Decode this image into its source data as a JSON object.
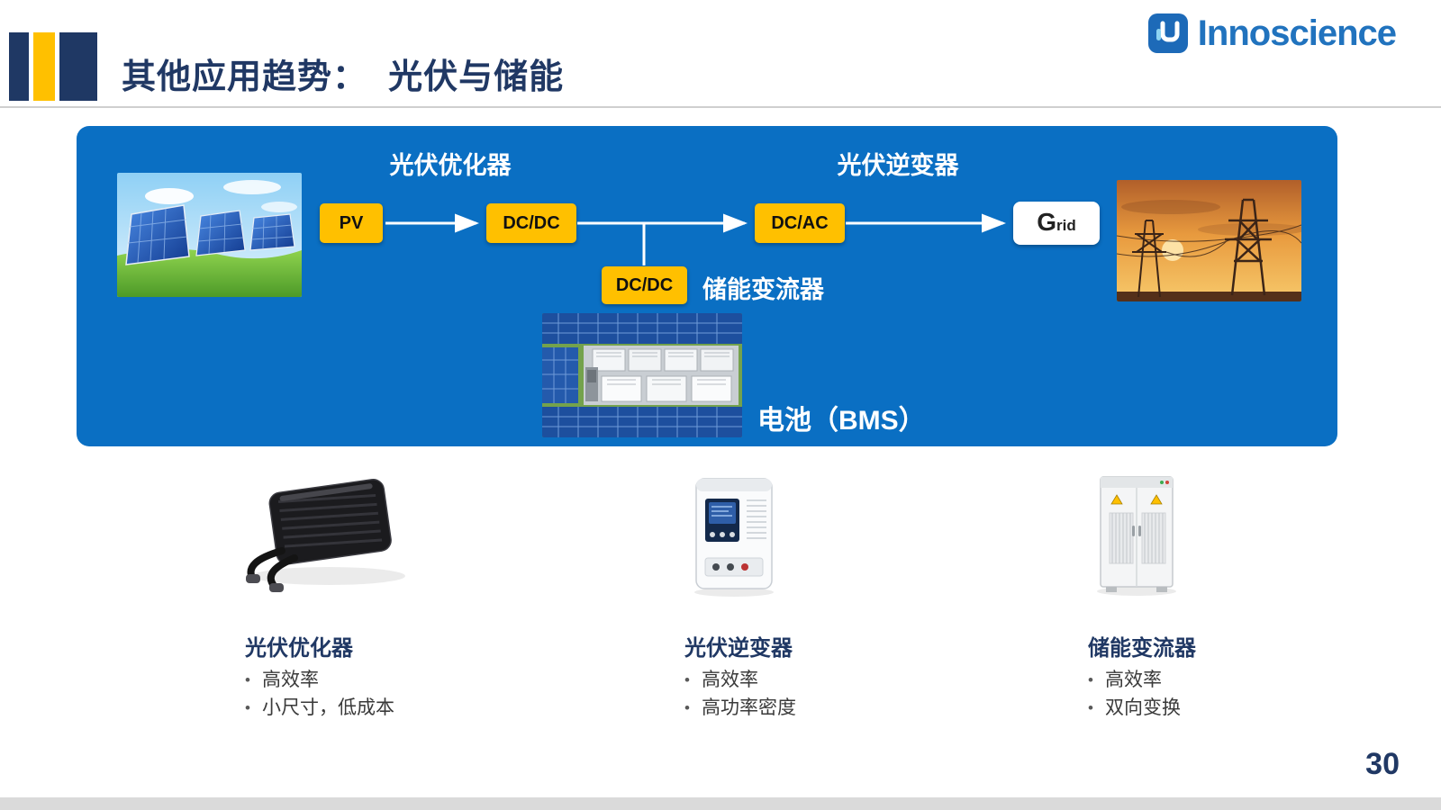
{
  "header": {
    "title": "其他应用趋势：  光伏与储能",
    "logo_text": "Innoscience"
  },
  "diagram": {
    "optimizer_label": "光伏优化器",
    "inverter_label": "光伏逆变器",
    "storage_label": "储能变流器",
    "battery_label": "电池（BMS）",
    "node_pv": "PV",
    "node_dcdc_top": "DC/DC",
    "node_dcac": "DC/AC",
    "node_dcdc_bottom": "DC/DC",
    "node_grid_initial": "G",
    "node_grid_rest": "rid"
  },
  "products": [
    {
      "title": "光伏优化器",
      "bullets": [
        "高效率",
        "小尺寸，低成本"
      ]
    },
    {
      "title": "光伏逆变器",
      "bullets": [
        "高效率",
        "高功率密度"
      ]
    },
    {
      "title": "储能变流器",
      "bullets": [
        "高效率",
        "双向变换"
      ]
    }
  ],
  "footer": {
    "page_number": "30"
  },
  "colors": {
    "accent_navy": "#203864",
    "panel_blue": "#0A6FC3",
    "node_yellow": "#FFC000",
    "logo_blue": "#2173BE"
  }
}
